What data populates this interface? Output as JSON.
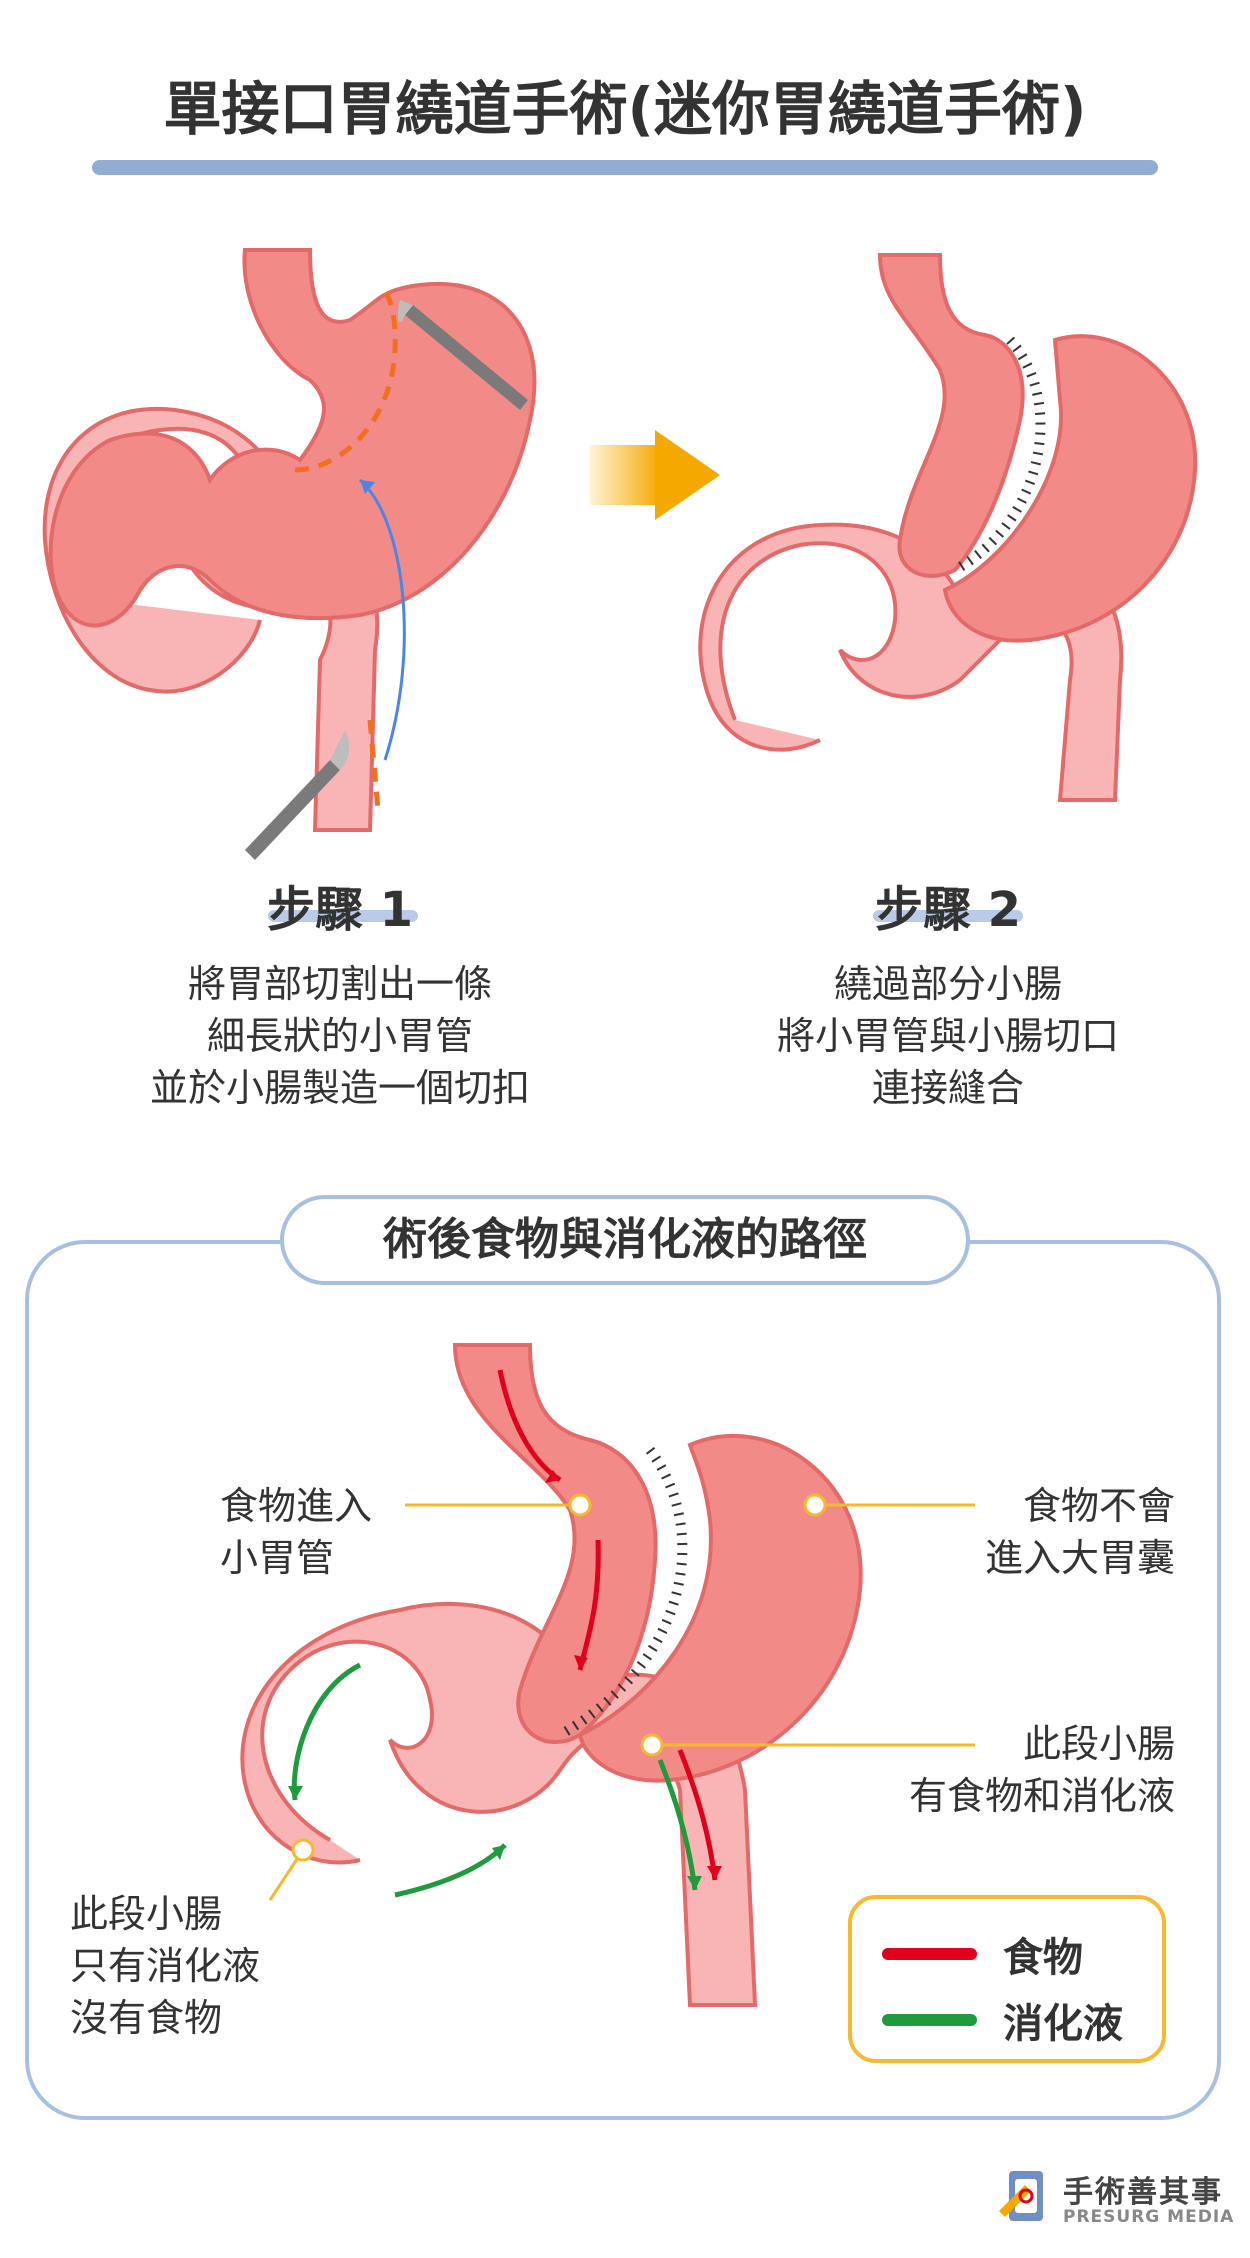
{
  "title": "單接口胃繞道手術(迷你胃繞道手術)",
  "steps": [
    {
      "heading": "步驟 1",
      "lines": [
        "將胃部切割出一條",
        "細長狀的小胃管",
        "並於小腸製造一個切扣"
      ]
    },
    {
      "heading": "步驟 2",
      "lines": [
        "繞過部分小腸",
        "將小胃管與小腸切口",
        "連接縫合"
      ]
    }
  ],
  "panel": {
    "title": "術後食物與消化液的路徑",
    "labels": {
      "food_enter": [
        "食物進入",
        "小胃管"
      ],
      "not_enter": [
        "食物不會",
        "進入大胃囊"
      ],
      "both": [
        "此段小腸",
        "有食物和消化液"
      ],
      "fluid_only": [
        "此段小腸",
        "只有消化液",
        "沒有食物"
      ]
    },
    "legend": [
      {
        "label": "食物",
        "color": "#e0001b"
      },
      {
        "label": "消化液",
        "color": "#1f9a3c"
      }
    ]
  },
  "brand": {
    "name_cn": "手術善其事",
    "name_en": "PRESURG MEDIA"
  },
  "colors": {
    "stomach": "#f28b88",
    "stomach_outline": "#e36a68",
    "intestine": "#f9b5b5",
    "accent_blue": "#93acd3",
    "arrow_orange": "#f5a800",
    "cut_line": "#f26f20"
  }
}
